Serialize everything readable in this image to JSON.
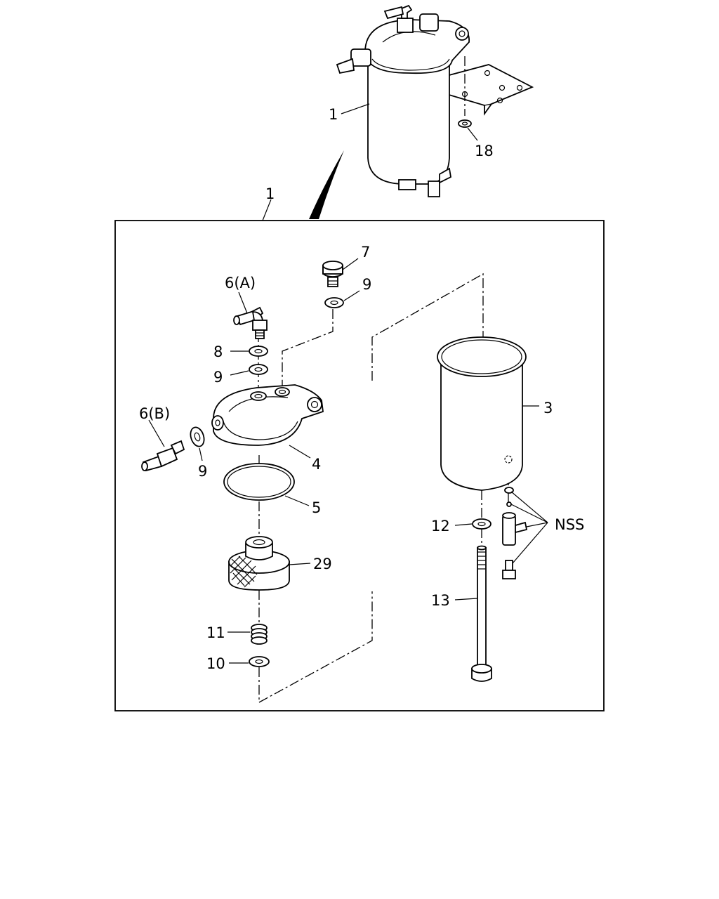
{
  "callouts": {
    "c1_top": "1",
    "c18": "18",
    "c1_frame": "1",
    "c7": "7",
    "c9_top": "9",
    "c6a": "6(A)",
    "c8": "8",
    "c9_mid": "9",
    "c6b": "6(B)",
    "c9_left": "9",
    "c4": "4",
    "c5": "5",
    "c29": "29",
    "c11": "11",
    "c10": "10",
    "c3": "3",
    "c12": "12",
    "c13": "13",
    "nss": "NSS"
  }
}
